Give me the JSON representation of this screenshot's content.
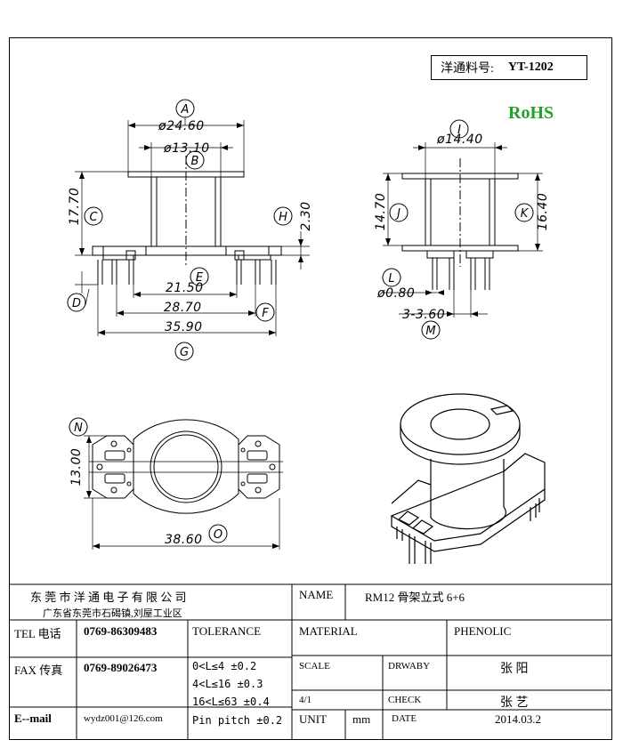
{
  "part_no": {
    "label": "洋通料号:",
    "value": "YT-1202"
  },
  "rohs": {
    "text": "RoHS",
    "color": "#22a02a"
  },
  "front_view": {
    "bubbles": [
      "A",
      "B",
      "C",
      "D",
      "E",
      "F",
      "G",
      "H"
    ],
    "dims": {
      "a": "ø24.60",
      "b": "ø13.10",
      "c": "17.70",
      "e": "21.50",
      "f": "28.70",
      "g": "35.90",
      "h": "2.30"
    }
  },
  "side_view": {
    "bubbles": [
      "I",
      "J",
      "K",
      "L",
      "M"
    ],
    "dims": {
      "i": "ø14.40",
      "j": "14.70",
      "k": "16.40",
      "l": "ø0.80",
      "m": "3-3.60"
    }
  },
  "bottom_view": {
    "bubbles": [
      "N",
      "O"
    ],
    "dims": {
      "n": "13.00",
      "o": "38.60"
    }
  },
  "title_block": {
    "company": "东 莞 市 洋 通 电 子 有 限 公 司",
    "address": "广东省东莞市石碣镇,刘屋工业区",
    "name_label": "NAME",
    "name_value": "RM12 骨架立式 6+6",
    "tel_label": "TEL 电话",
    "tel_value": "0769-86309483",
    "fax_label": "FAX 传真",
    "fax_value": "0769-89026473",
    "email_label": "E--mail",
    "email_value": "wydz001@126.com",
    "tolerance_label": "TOLERANCE",
    "tolerance_lines": [
      "0<L≤4   ±0.2",
      "4<L≤16  ±0.3",
      "16<L≤63  ±0.4",
      "Pin pitch  ±0.2"
    ],
    "material_label": "MATERIAL",
    "material_value": "PHENOLIC",
    "scale_label": "SCALE",
    "scale_value": "4/1",
    "drawn_label": "DRWABY",
    "drawn_value": "张 阳",
    "check_label": "CHECK",
    "check_value": "张 艺",
    "unit_label": "UNIT",
    "unit_value": "mm",
    "date_label": "DATE",
    "date_value": "2014.03.2"
  }
}
